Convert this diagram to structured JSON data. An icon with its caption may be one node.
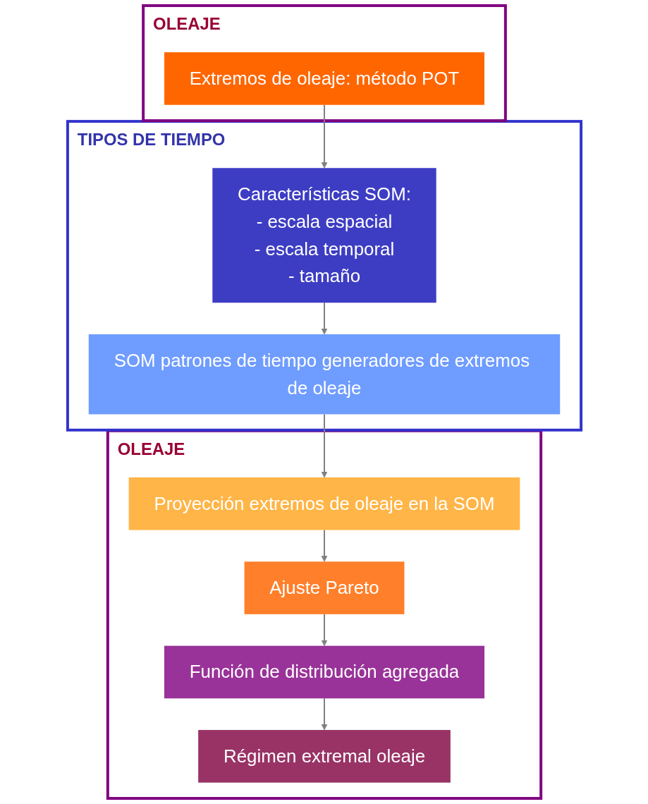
{
  "diagram": {
    "nodes": [
      {
        "text": [
          "OLEAJE"
        ]
      },
      {
        "text": [
          "Extremos de oleaje: método POT"
        ],
        "in": 0
      },
      {
        "text": [
          "TIPOS DE TIEMPO"
        ]
      },
      {
        "text": [
          "Características SOM:",
          "- escala espacial",
          "- escala temporal",
          "- tamaño"
        ],
        "in": 2
      },
      {
        "text": [
          "SOM patrones de tiempo generadores de extremos de oleaje"
        ],
        "in": 2
      },
      {
        "text": [
          "OLEAJE"
        ]
      },
      {
        "text": [
          "Proyección extremos de oleaje en la SOM"
        ],
        "in": 5
      },
      {
        "text": [
          "Ajuste Pareto"
        ],
        "in": 5
      },
      {
        "text": [
          "Función de distribución agregada"
        ],
        "in": 5
      },
      {
        "text": [
          "Régimen extremal oleaje"
        ],
        "in": 5
      }
    ],
    "edges": [
      {
        "from": 1,
        "to": 3,
        "arrow": "to"
      },
      {
        "from": 3,
        "to": 4,
        "arrow": "to"
      },
      {
        "from": 4,
        "to": 6,
        "arrow": "to"
      },
      {
        "from": 6,
        "to": 7,
        "arrow": "to"
      },
      {
        "from": 7,
        "to": 8,
        "arrow": "to"
      },
      {
        "from": 8,
        "to": 9,
        "arrow": "to"
      }
    ]
  }
}
